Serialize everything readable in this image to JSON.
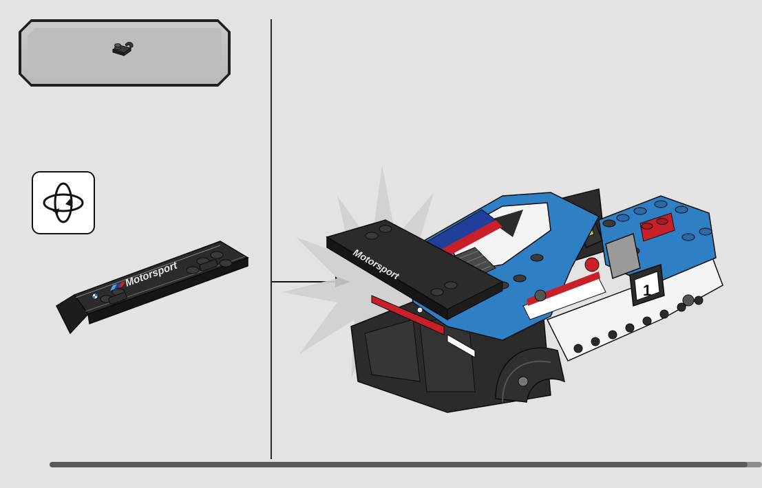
{
  "parts_callout": {
    "items": [
      {
        "icon": "clip-plate-piece-icon",
        "quantity": ""
      }
    ]
  },
  "instructions": {
    "rotate_icon": "rotate-model-icon"
  },
  "sub_assembly": {
    "label": "Motorsport"
  },
  "model": {
    "spoiler_label": "Motorsport",
    "number_plate": "1"
  },
  "progress": {
    "fraction": 0.98
  },
  "colors": {
    "background": "#e3e3e3",
    "divider": "#2a2a2a",
    "car_blue": "#2f7fc4",
    "car_dark_blue": "#1f3f9a",
    "car_red": "#c8202a",
    "brick_black": "#2b2b2b",
    "brick_white": "#f4f4f4"
  }
}
